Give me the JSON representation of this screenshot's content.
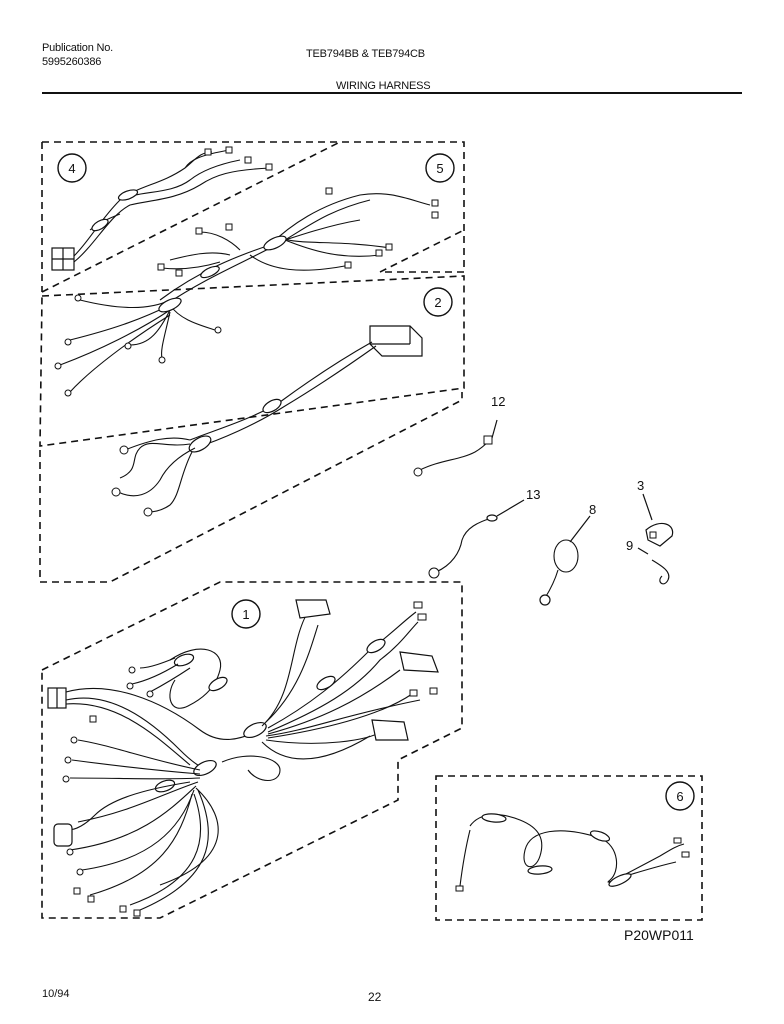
{
  "header": {
    "pub_label": "Publication No.",
    "pub_number": "5995260386",
    "models": "TEB794BB & TEB794CB",
    "section_title": "WIRING HARNESS"
  },
  "callouts": {
    "c1": "1",
    "c2": "2",
    "c4": "4",
    "c5": "5",
    "c6": "6"
  },
  "part_labels": {
    "p3": "3",
    "p8": "8",
    "p9": "9",
    "p12": "12",
    "p13": "13"
  },
  "drawing_code": "P20WP011",
  "footer": {
    "date": "10/94",
    "page": "22"
  }
}
